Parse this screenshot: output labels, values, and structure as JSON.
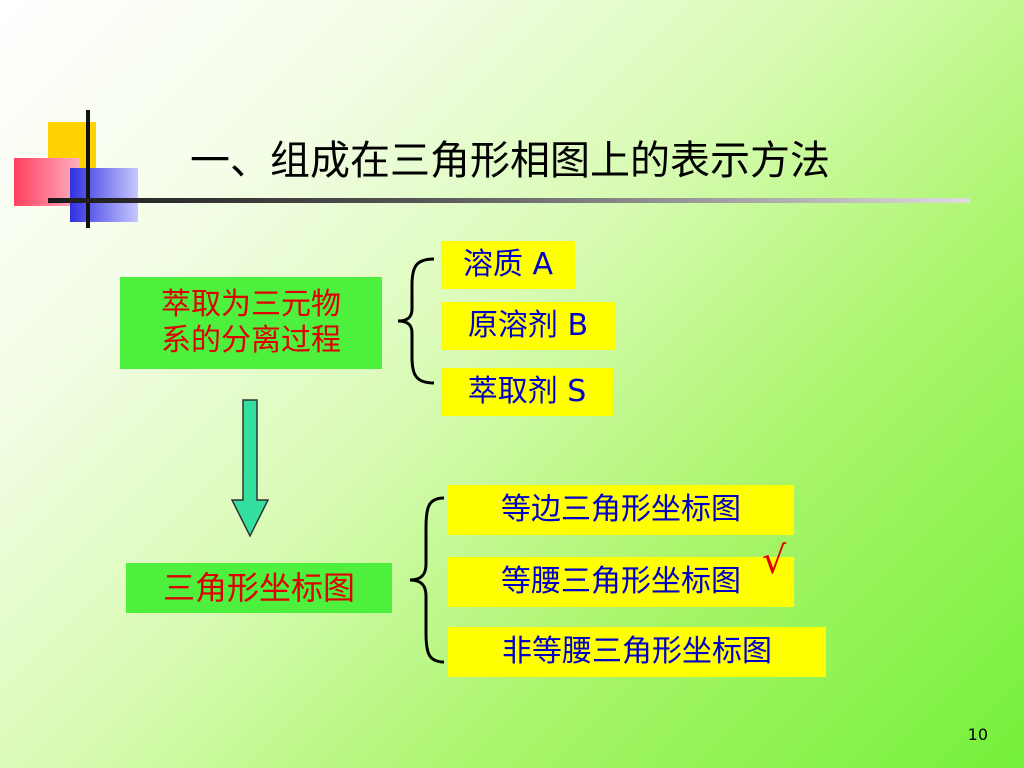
{
  "slide": {
    "title": "一、组成在三角形相图上的表示方法",
    "page_number": "10"
  },
  "process": {
    "line1": "萃取为三元物",
    "line2": "系的分离过程"
  },
  "components": {
    "solute": "溶质 A",
    "solvent": "原溶剂 B",
    "extractant": "萃取剂 S"
  },
  "diagram": {
    "label": "三角形坐标图",
    "types": [
      "等边三角形坐标图",
      "等腰三角形坐标图",
      "非等腰三角形坐标图"
    ],
    "check_mark": "√"
  },
  "colors": {
    "green_box": "#4df03c",
    "yellow_box": "#ffff00",
    "red_text": "#e00000",
    "blue_text": "#0000c8",
    "arrow_fill": "#33e0a0"
  }
}
